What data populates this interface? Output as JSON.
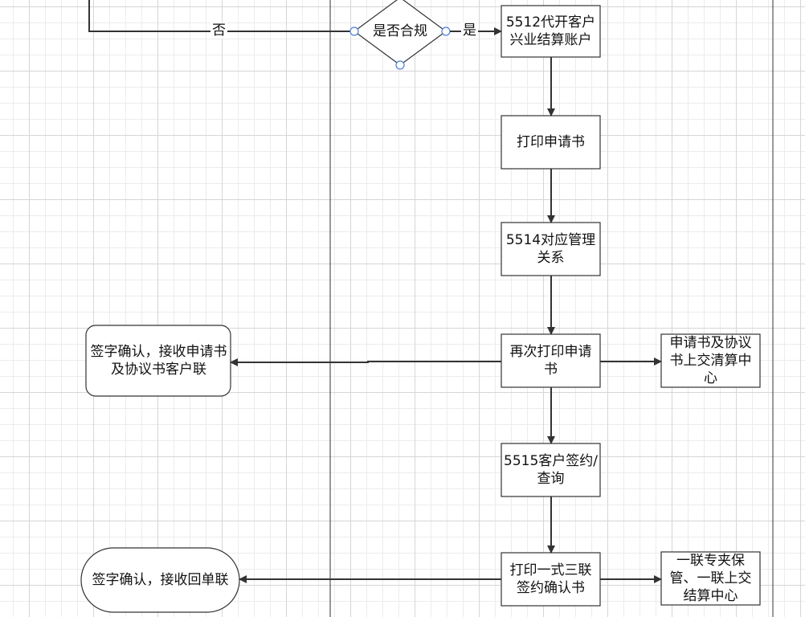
{
  "nodes": {
    "compliance_check": "是否合规",
    "open_account": "5512代开客户兴业结算账户",
    "print_application": "打印申请书",
    "mapping": "5514对应管理关系",
    "reprint_application": "再次打印申请书",
    "submit_clearing": "申请书及协议书上交清算中心",
    "sign_receive_copy": "签字确认，接收申请书及协议书客户联",
    "sign_query": "5515客户签约/查询",
    "print_triplicate": "打印一式三联签约确认书",
    "archive_copies": "一联专夹保管、一联上交结算中心",
    "sign_receive_receipt": "签字确认，接收回单联"
  },
  "edges": {
    "yes": "是",
    "no": "否"
  }
}
